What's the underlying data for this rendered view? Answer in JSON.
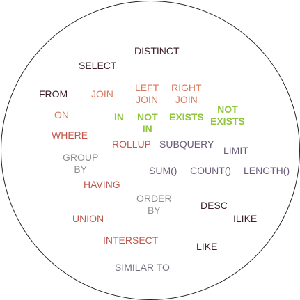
{
  "colors": {
    "dark": "#3b1f26",
    "red": "#c0564a",
    "orange": "#d9785a",
    "green": "#8fc63c",
    "gray": "#8e8e8e",
    "purple": "#6a5a78",
    "blue_gray": "#707080",
    "outline": "#222222"
  },
  "keywords": {
    "distinct": "DISTINCT",
    "select": "SELECT",
    "from": "FROM",
    "join": "JOIN",
    "left_join": "LEFT\nJOIN",
    "right_join": "RIGHT\nJOIN",
    "not_exists": "NOT\nEXISTS",
    "on": "ON",
    "in": "IN",
    "not_in": "NOT\nIN",
    "exists": "EXISTS",
    "where": "WHERE",
    "rollup": "ROLLUP",
    "subquery": "SUBQUERY",
    "limit": "LIMIT",
    "group_by": "GROUP\nBY",
    "sum": "SUM()",
    "count": "COUNT()",
    "length": "LENGTH()",
    "having": "HAVING",
    "order_by": "ORDER\nBY",
    "desc": "DESC",
    "union": "UNION",
    "ilike": "ILIKE",
    "intersect": "INTERSECT",
    "like": "LIKE",
    "similar_to": "SIMILAR TO"
  }
}
